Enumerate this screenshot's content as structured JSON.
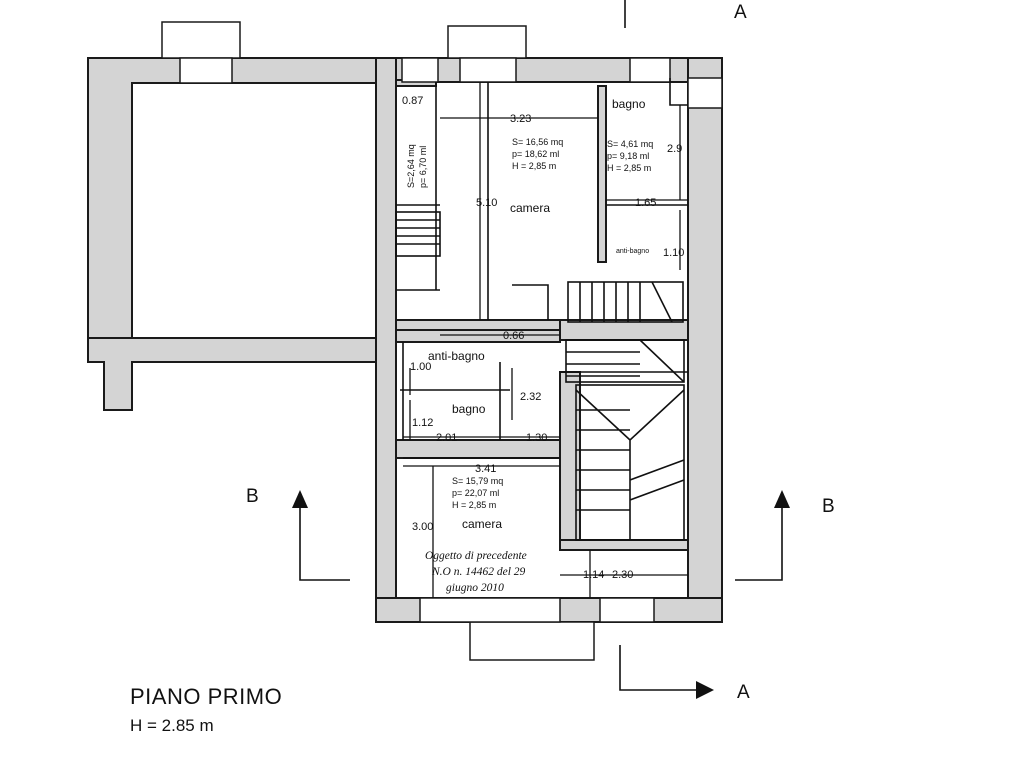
{
  "title": "PIANO PRIMO",
  "height_note": "H = 2.85 m",
  "section_markers": {
    "a_top": "A",
    "a_bottom": "A",
    "b_left": "B",
    "b_right": "B"
  },
  "rooms": {
    "camera_top": {
      "name": "camera",
      "area": "S= 16,56 mq",
      "perimeter": "p= 18,62 ml",
      "height": "H = 2,85 m"
    },
    "bagno_top": {
      "name": "bagno",
      "area": "S= 4,61 mq",
      "perimeter": "p= 9,18 ml",
      "height": "H = 2,85 m"
    },
    "closet": {
      "area": "S=2,64 mq",
      "perimeter": "p= 6,70 ml"
    },
    "antibagno_top": {
      "name": "anti-bagno"
    },
    "antibagno_bottom": {
      "name": "anti-bagno"
    },
    "bagno_bottom": {
      "name": "bagno"
    },
    "camera_bottom": {
      "name": "camera",
      "area": "S= 15,79 mq",
      "perimeter": "p= 22,07 ml",
      "height": "H = 2,85 m"
    }
  },
  "dimensions": {
    "d_087": "0.87",
    "d_323": "3.23",
    "d_510": "5.10",
    "d_29": "2.9",
    "d_165": "1.65",
    "d_110": "1.10",
    "d_066": "0.66",
    "d_100": "1.00",
    "d_232": "2.32",
    "d_112": "1.12",
    "d_201": "2.01",
    "d_130": "1.30",
    "d_341": "3.41",
    "d_300": "3.00",
    "d_114": "1.14",
    "d_230": "2.30"
  },
  "note_lines": [
    "Oggetto di precedente",
    "N.O n. 14462 del 29",
    "giugno 2010"
  ]
}
